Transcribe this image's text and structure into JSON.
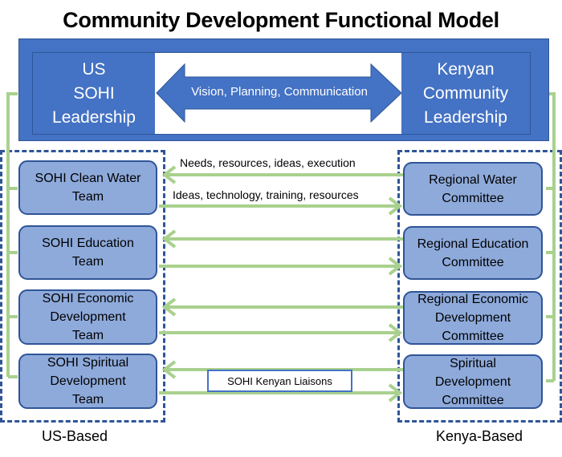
{
  "title": "Community Development Functional Model",
  "leadership": {
    "us": "US\nSOHI\nLeadership",
    "kenya": "Kenyan\nCommunity\nLeadership",
    "link_label": "Vision, Planning, Communication"
  },
  "us_teams": [
    "SOHI Clean Water\nTeam",
    "SOHI Education\nTeam",
    "SOHI Economic\nDevelopment\nTeam",
    "SOHI Spiritual\nDevelopment\nTeam"
  ],
  "kenya_committees": [
    "Regional Water\nCommittee",
    "Regional Education\nCommittee",
    "Regional Economic\nDevelopment\nCommittee",
    "Spiritual\nDevelopment\nCommittee"
  ],
  "flows": {
    "to_us": "Needs, resources, ideas, execution",
    "to_kenya": "Ideas, technology, training, resources"
  },
  "liaison": "SOHI Kenyan Liaisons",
  "regions": {
    "us": "US-Based",
    "kenya": "Kenya-Based"
  },
  "colors": {
    "primary_blue": "#4472c4",
    "dark_blue": "#2f5597",
    "box_fill": "#8eaadb",
    "arrow_green": "#a9d18e"
  }
}
